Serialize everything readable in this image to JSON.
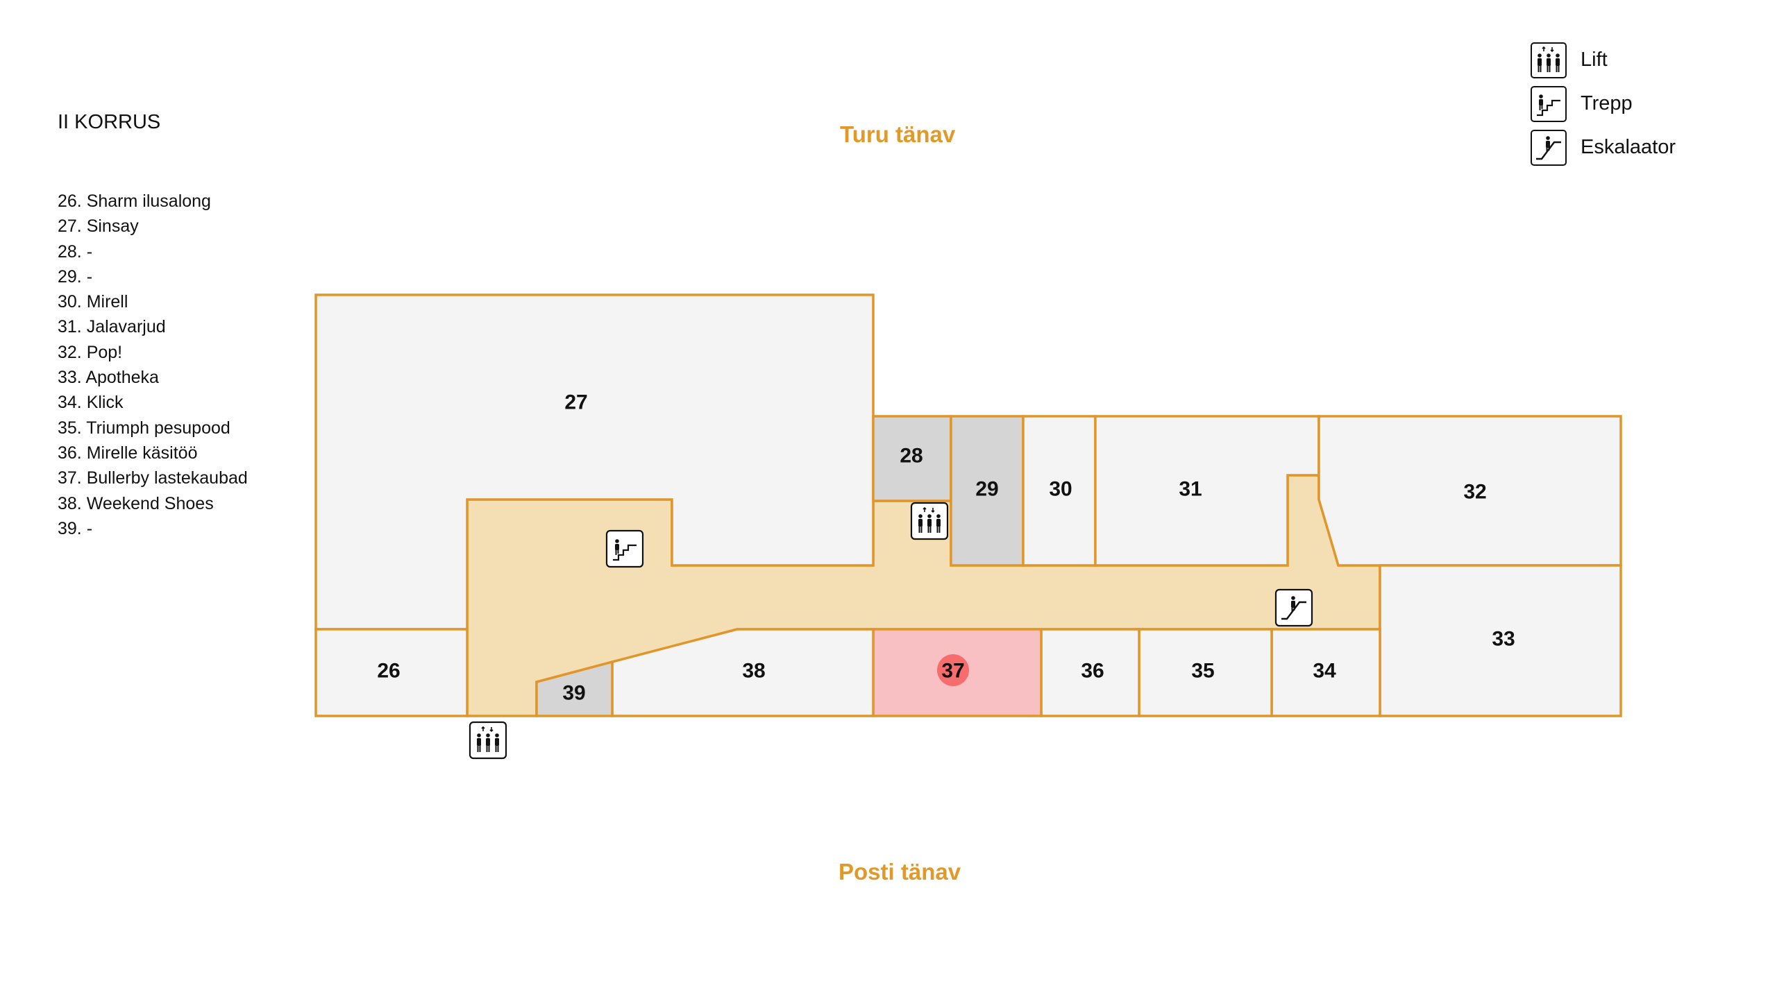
{
  "floor_title": "II KORRUS",
  "stores": [
    {
      "label": "26. Sharm ilusalong"
    },
    {
      "label": "27. Sinsay"
    },
    {
      "label": "28. -"
    },
    {
      "label": "29. -"
    },
    {
      "label": "30. Mirell"
    },
    {
      "label": "31. Jalavarjud"
    },
    {
      "label": "32. Pop!"
    },
    {
      "label": "33. Apotheka"
    },
    {
      "label": "34. Klick"
    },
    {
      "label": "35. Triumph pesupood"
    },
    {
      "label": "36. Mirelle käsitöö"
    },
    {
      "label": "37. Bullerby lastekaubad",
      "highlighted": true
    },
    {
      "label": "38. Weekend Shoes"
    },
    {
      "label": "39. -"
    }
  ],
  "streets": {
    "top": "Turu tänav",
    "bottom": "Posti tänav"
  },
  "legend": [
    {
      "icon": "lift-icon",
      "label": "Lift"
    },
    {
      "icon": "stairs-icon",
      "label": "Trepp"
    },
    {
      "icon": "escalator-icon",
      "label": "Eskalaator"
    }
  ],
  "units": {
    "u26": "26",
    "u27": "27",
    "u28": "28",
    "u29": "29",
    "u30": "30",
    "u31": "31",
    "u32": "32",
    "u33": "33",
    "u34": "34",
    "u35": "35",
    "u36": "36",
    "u37": "37",
    "u38": "38",
    "u39": "39"
  },
  "selected_unit": "37",
  "colors": {
    "accent": "#e0962a",
    "corridor": "#f4deb3",
    "highlight": "#f76d6d",
    "highlight_fill": "#f8c0c2",
    "service": "#d5d5d5"
  }
}
